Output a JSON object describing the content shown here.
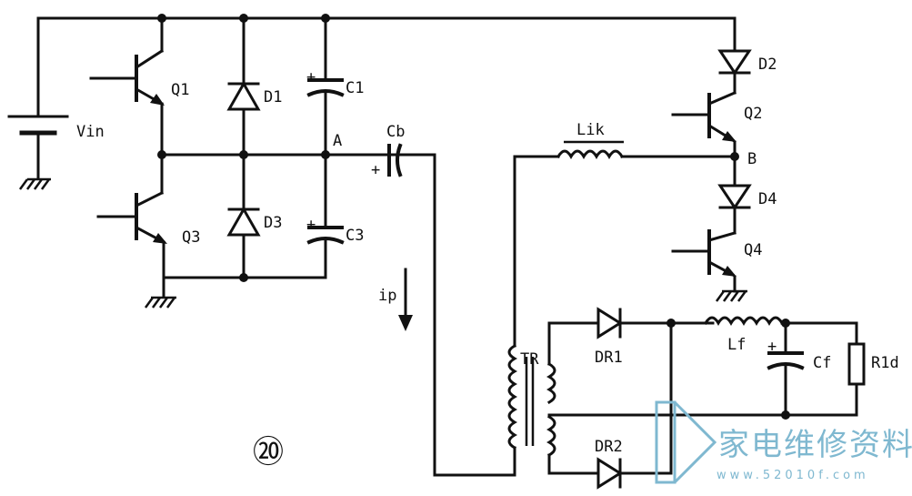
{
  "labels": {
    "vin": "Vin",
    "q1": "Q1",
    "q2": "Q2",
    "q3": "Q3",
    "q4": "Q4",
    "d1": "D1",
    "d2": "D2",
    "d3": "D3",
    "d4": "D4",
    "c1": "C1",
    "c3": "C3",
    "cb": "Cb",
    "cf": "Cf",
    "node_a": "A",
    "node_b": "B",
    "lik": "Lik",
    "lf": "Lf",
    "tr": "TR",
    "dr1": "DR1",
    "dr2": "DR2",
    "r1d": "R1d",
    "ip": "ip",
    "plus": "+",
    "figure_number": "⑳"
  },
  "watermark": {
    "text": "家电维修资料网",
    "url": "www.52010f.com",
    "color": "#7fb8d0"
  }
}
